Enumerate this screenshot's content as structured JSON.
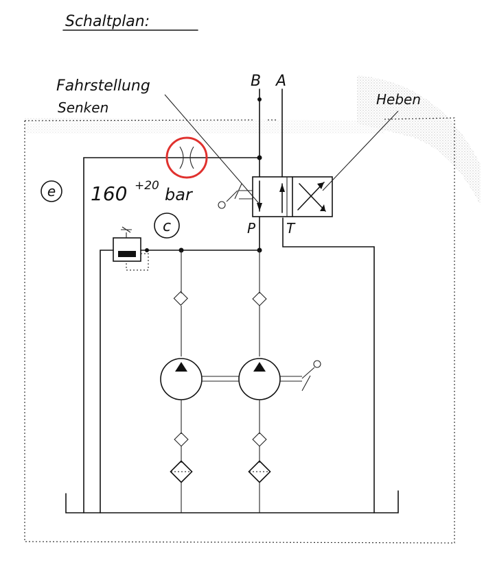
{
  "title": "Schaltplan:",
  "labels": {
    "port_b": "B",
    "port_a": "A",
    "port_p": "P",
    "port_t": "T",
    "fahrstellung": "Fahrstellung",
    "senken": "Senken",
    "heben": "Heben",
    "pressure_base": "160",
    "pressure_sup": "+20",
    "pressure_unit": "bar",
    "marker_e": "e",
    "marker_c": "c"
  },
  "colors": {
    "ink": "#111111",
    "highlight": "#e0312e",
    "shade": "#9a9a9a"
  },
  "icons": {
    "throttle": "throttle-cross-icon",
    "check_valve": "check-valve-diamond-icon",
    "pump": "pump-circle-icon",
    "filter": "filter-diamond-icon",
    "directional_valve": "directional-valve-icon",
    "lever": "hand-lever-icon",
    "relief_valve": "pressure-relief-valve-icon"
  }
}
